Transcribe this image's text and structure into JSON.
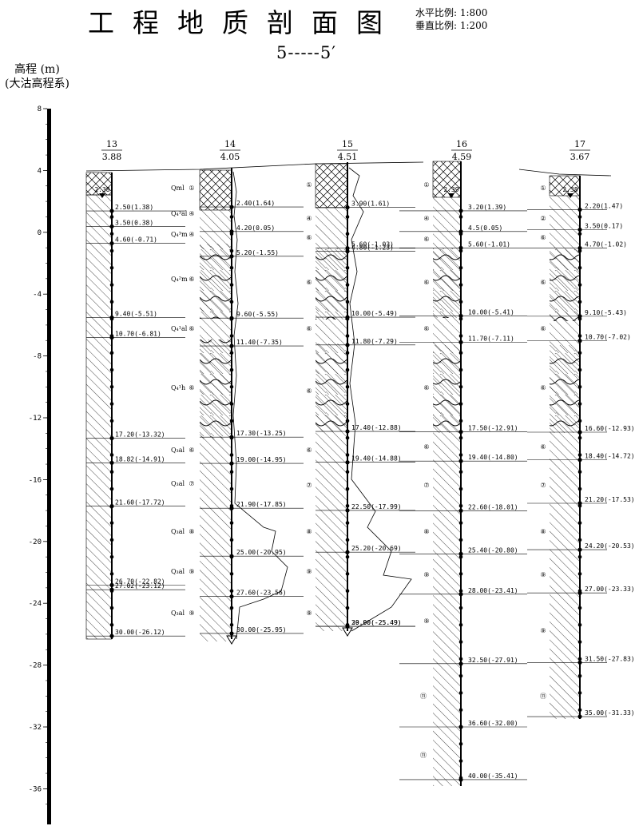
{
  "header": {
    "title": "工程地质剖面图",
    "scale_h": "水平比例: 1:800",
    "scale_v": "垂直比例: 1:200",
    "section": "5-----5′"
  },
  "axis": {
    "title_line1": "高程 (m)",
    "title_line2": "(大沽高程系)",
    "ticks": [
      "8",
      "4",
      "0",
      "-4",
      "-8",
      "-12",
      "-16",
      "-20",
      "-24",
      "-28",
      "-32",
      "-36"
    ]
  },
  "boreholes": [
    {
      "number": "13",
      "elevation": "3.88",
      "water_mark": "2.38",
      "layers": [
        "2.50(1.38)",
        "3.50(0.38)",
        "4.60(-0.71)",
        "9.40(-5.51)",
        "10.70(-6.81)",
        "17.20(-13.32)",
        "18.82(-14.91)",
        "21.60(-17.72)",
        "26.70(-22.82)",
        "27.02(-23.12)",
        "30.00(-26.12)"
      ]
    },
    {
      "number": "14",
      "elevation": "4.05",
      "layers": [
        "2.40(1.64)",
        "4.20(0.05)",
        "5.20(-1.55)",
        "9.60(-5.55)",
        "11.40(-7.35)",
        "17.30(-13.25)",
        "19.00(-14.95)",
        "21.90(-17.85)",
        "25.00(-20.95)",
        "27.60(-23.56)",
        "30.00(-25.95)"
      ]
    },
    {
      "number": "15",
      "elevation": "4.51",
      "layers": [
        "3.90(1.61)",
        "4.80(-1.23)",
        "5.60(-1.03)",
        "10.00(-5.49)",
        "11.80(-7.29)",
        "17.40(-12.88)",
        "19.40(-14.88)",
        "22.50(-17.99)",
        "25.20(-20.69)",
        "29.90(-25.49)",
        "30.00(-25.49)"
      ]
    },
    {
      "number": "16",
      "elevation": "4.59",
      "water_mark": "2.39",
      "layers": [
        "3.20(1.39)",
        "4.5(0.05)",
        "5.60(-1.01)",
        "10.00(-5.41)",
        "11.70(-7.11)",
        "17.50(-12.91)",
        "19.40(-14.80)",
        "22.60(-18.01)",
        "25.40(-20.80)",
        "28.00(-23.41)",
        "32.50(-27.91)",
        "36.60(-32.00)",
        "40.00(-35.41)"
      ]
    },
    {
      "number": "17",
      "elevation": "3.67",
      "water_mark": "2.38",
      "layers": [
        "2.20(1.47)",
        "3.50(0.17)",
        "4.70(-1.02)",
        "9.10(-5.43)",
        "10.70(-7.02)",
        "16.60(-12.93)",
        "18.40(-14.72)",
        "21.20(-17.53)",
        "24.20(-20.53)",
        "27.00(-23.33)",
        "31.50(-27.83)",
        "35.00(-31.33)"
      ]
    }
  ],
  "strata": {
    "col13_14": [
      "Qml",
      "Q₄³al",
      "Q₄³m",
      "Q₄²m",
      "Q₄¹al",
      "Q₄¹h",
      "Q₃al",
      "Q₃al",
      "Q₃al",
      "Q₃al",
      "Q₃al"
    ],
    "symbols": [
      "①",
      "②",
      "④",
      "⑤",
      "⑥",
      "⑦",
      "⑧",
      "⑨",
      "⑪"
    ]
  }
}
